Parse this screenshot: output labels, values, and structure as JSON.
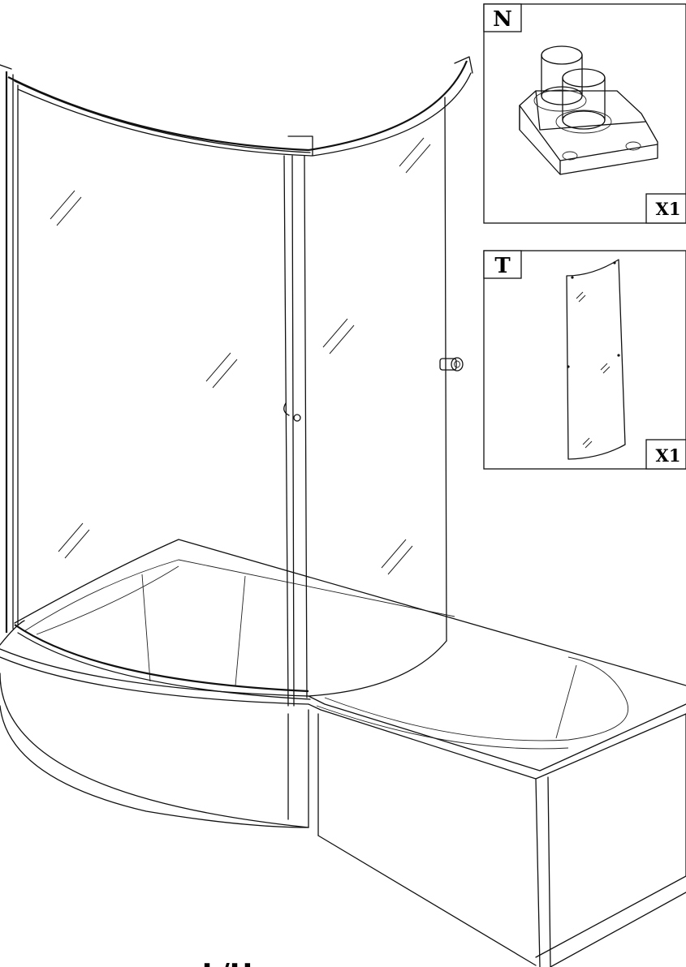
{
  "parts": [
    {
      "letter": "N",
      "name": "bracket-part",
      "quantity": "X1"
    },
    {
      "letter": "T",
      "name": "glass-panel-part",
      "quantity": "X1"
    }
  ],
  "caption": "L/H"
}
